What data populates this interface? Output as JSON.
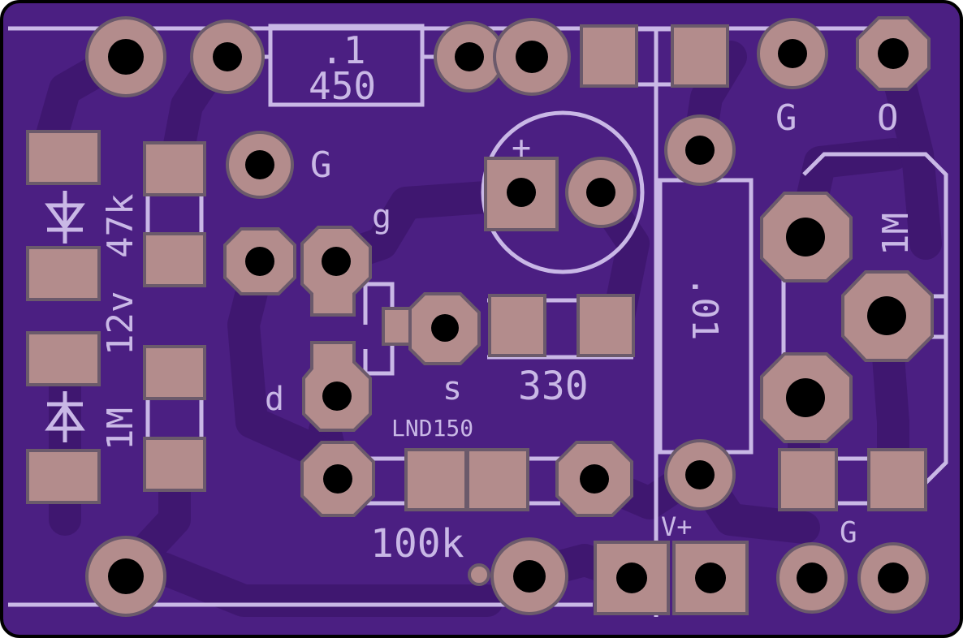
{
  "colors": {
    "board": "#4b1f82",
    "copper": "#3f1770",
    "silk": "#c9b8e6",
    "pad": "#b38c8c",
    "pad_edge": "#6b5a6b",
    "hole": "#000000"
  },
  "labels": {
    "cap_top_value": ".1",
    "res_top_value": "450",
    "ground_top_right": "G",
    "output_top_right": "O",
    "ground_mid": "G",
    "gate": "g",
    "plus": "+",
    "res_47k": "47k",
    "zener_12v": "12v",
    "res_1m_left": "1M",
    "cap_01": ".01",
    "res_1m_right": "1M",
    "drain": "d",
    "source": "s",
    "res_330": "330",
    "part_lnd150": "LND150",
    "res_100k": "100k",
    "vplus": "V+",
    "ground_bottom": "G"
  }
}
